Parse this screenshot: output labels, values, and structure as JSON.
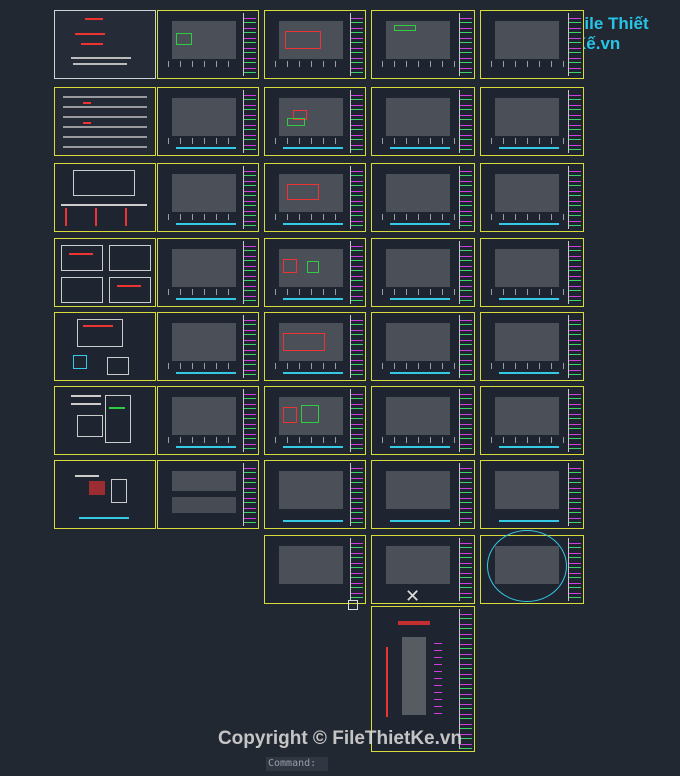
{
  "logo": {
    "text": "File Thiết Kế.vn"
  },
  "watermark": {
    "copyright": "Copyright © FileThietKe.vn"
  },
  "command_line": {
    "prompt": "Command:"
  },
  "colors": {
    "background": "#222832",
    "sheet_border": "#d8dc3a",
    "red_markup": "#e33333",
    "green_markup": "#2ecc40",
    "cyan_markup": "#35c9e6",
    "magenta_markup": "#cf3cdf"
  }
}
